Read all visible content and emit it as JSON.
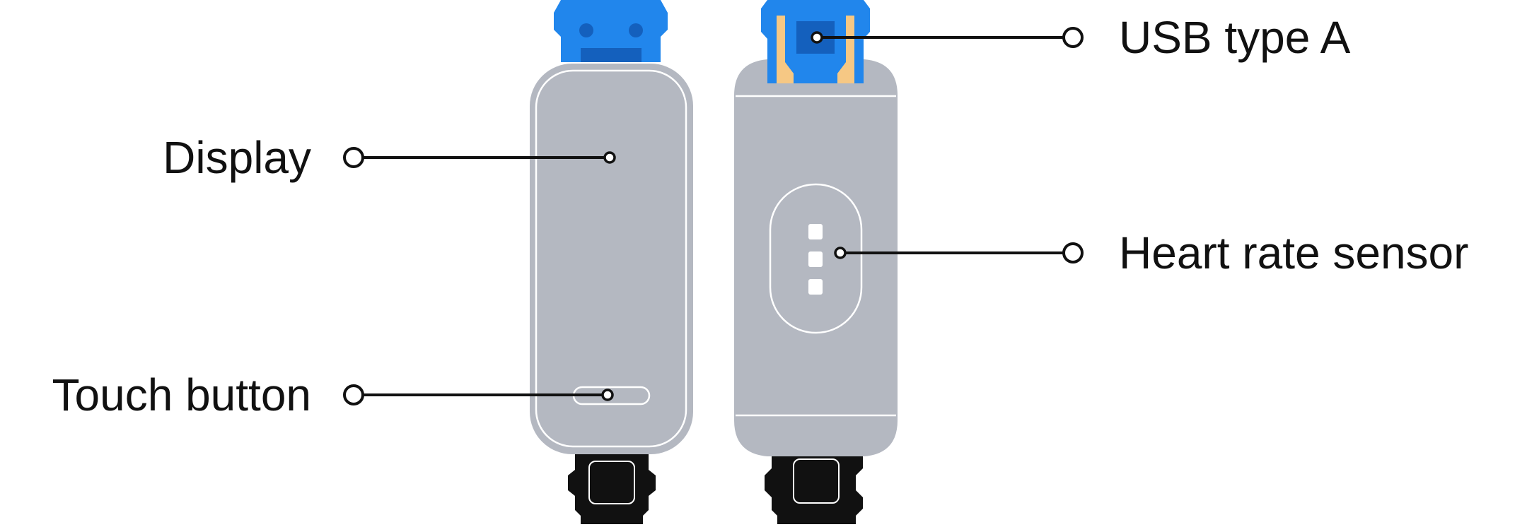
{
  "labels": {
    "display": "Display",
    "touch_button": "Touch button",
    "usb_type_a": "USB type A",
    "heart_rate_sensor": "Heart rate sensor"
  },
  "colors": {
    "body_gray": "#b4b8c1",
    "usb_blue": "#2186ec",
    "usb_dark_blue": "#1460bd",
    "usb_contact": "#f6c884",
    "strap_black": "#111111",
    "line": "#111111"
  }
}
